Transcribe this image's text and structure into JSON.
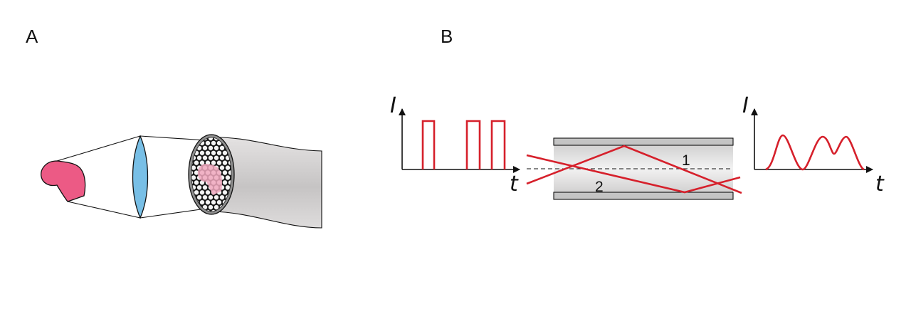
{
  "panels": {
    "a": {
      "label": "A"
    },
    "b": {
      "label": "B"
    }
  },
  "input_plot": {
    "y_label": "I",
    "x_label": "t"
  },
  "output_plot": {
    "y_label": "I",
    "x_label": "t"
  },
  "fiber": {
    "ray1_label": "1",
    "ray2_label": "2"
  },
  "colors": {
    "signal_red": "#d6202b",
    "heart_pink": "#ec5a85",
    "lens_blue": "#78bfe6",
    "fiber_gray": "#c6c4c4",
    "cladding_gray": "#c4c4c4",
    "ink": "#111111"
  }
}
